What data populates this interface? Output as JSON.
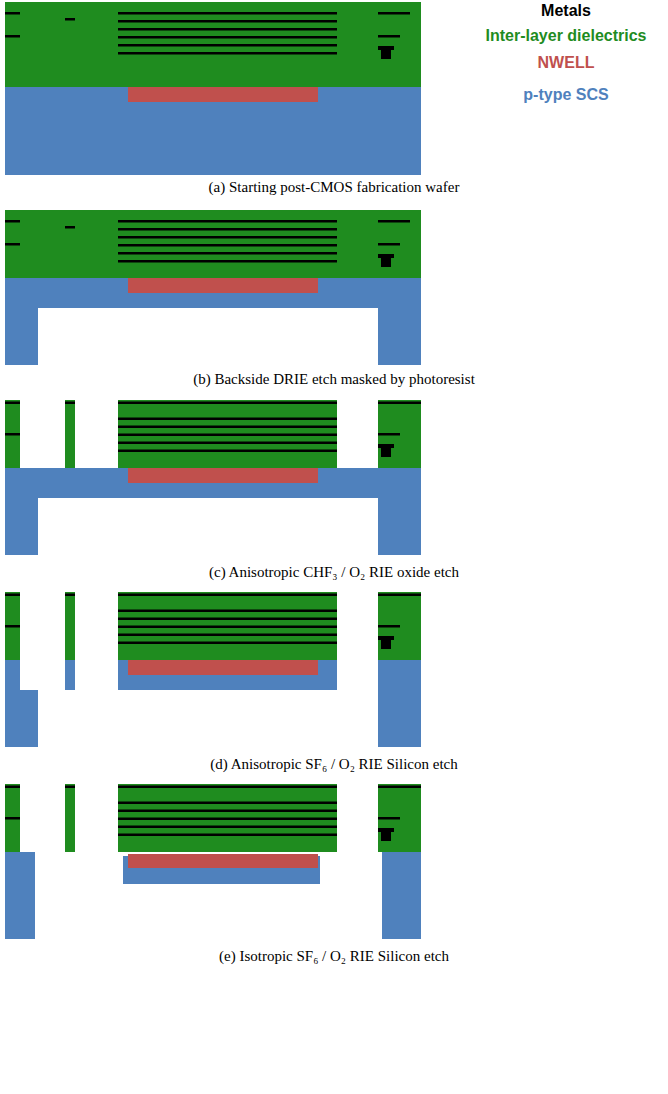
{
  "diagram": {
    "labels": [
      "(a) Starting post-CMOS fabrication wafer",
      "(b) Backside DRIE etch masked by photoresist",
      "(c) Anisotropic CHF₃ / O₂ RIE oxide etch",
      "(d) Anisotropic SF₆ / O₂ RIE Silicon etch",
      "(e) Isotropic SF₆ / O₂ RIE Silicon etch"
    ],
    "legend": [
      {
        "text": "Metals",
        "color": "#000000"
      },
      {
        "text": "Inter-layer dielectrics",
        "color": "#1f8c1f"
      },
      {
        "text": "NWELL",
        "color": "#c0504d"
      },
      {
        "text": "p-type SCS",
        "color": "#4f81bd"
      }
    ]
  }
}
